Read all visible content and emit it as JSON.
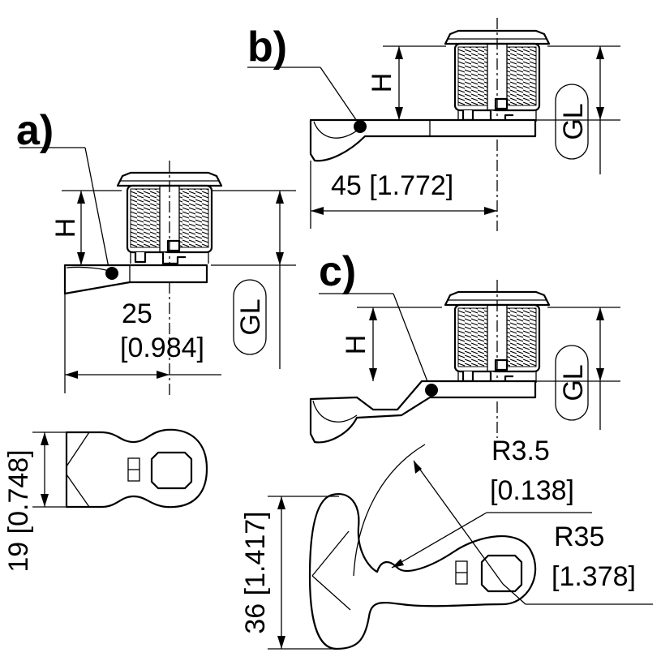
{
  "labels": {
    "a": "a)",
    "b": "b)",
    "c": "c)"
  },
  "dimensions": {
    "h": "H",
    "gl": "GL",
    "a_length_mm": "25",
    "a_length_in": "[0.984]",
    "b_length": "45 [1.772]",
    "cam_width": "19 [0.748]",
    "cam_height": "36 [1.417]",
    "r_small_mm": "R3.5",
    "r_small_in": "[0.138]",
    "r_large_mm": "R35",
    "r_large_in": "[1.378]"
  }
}
